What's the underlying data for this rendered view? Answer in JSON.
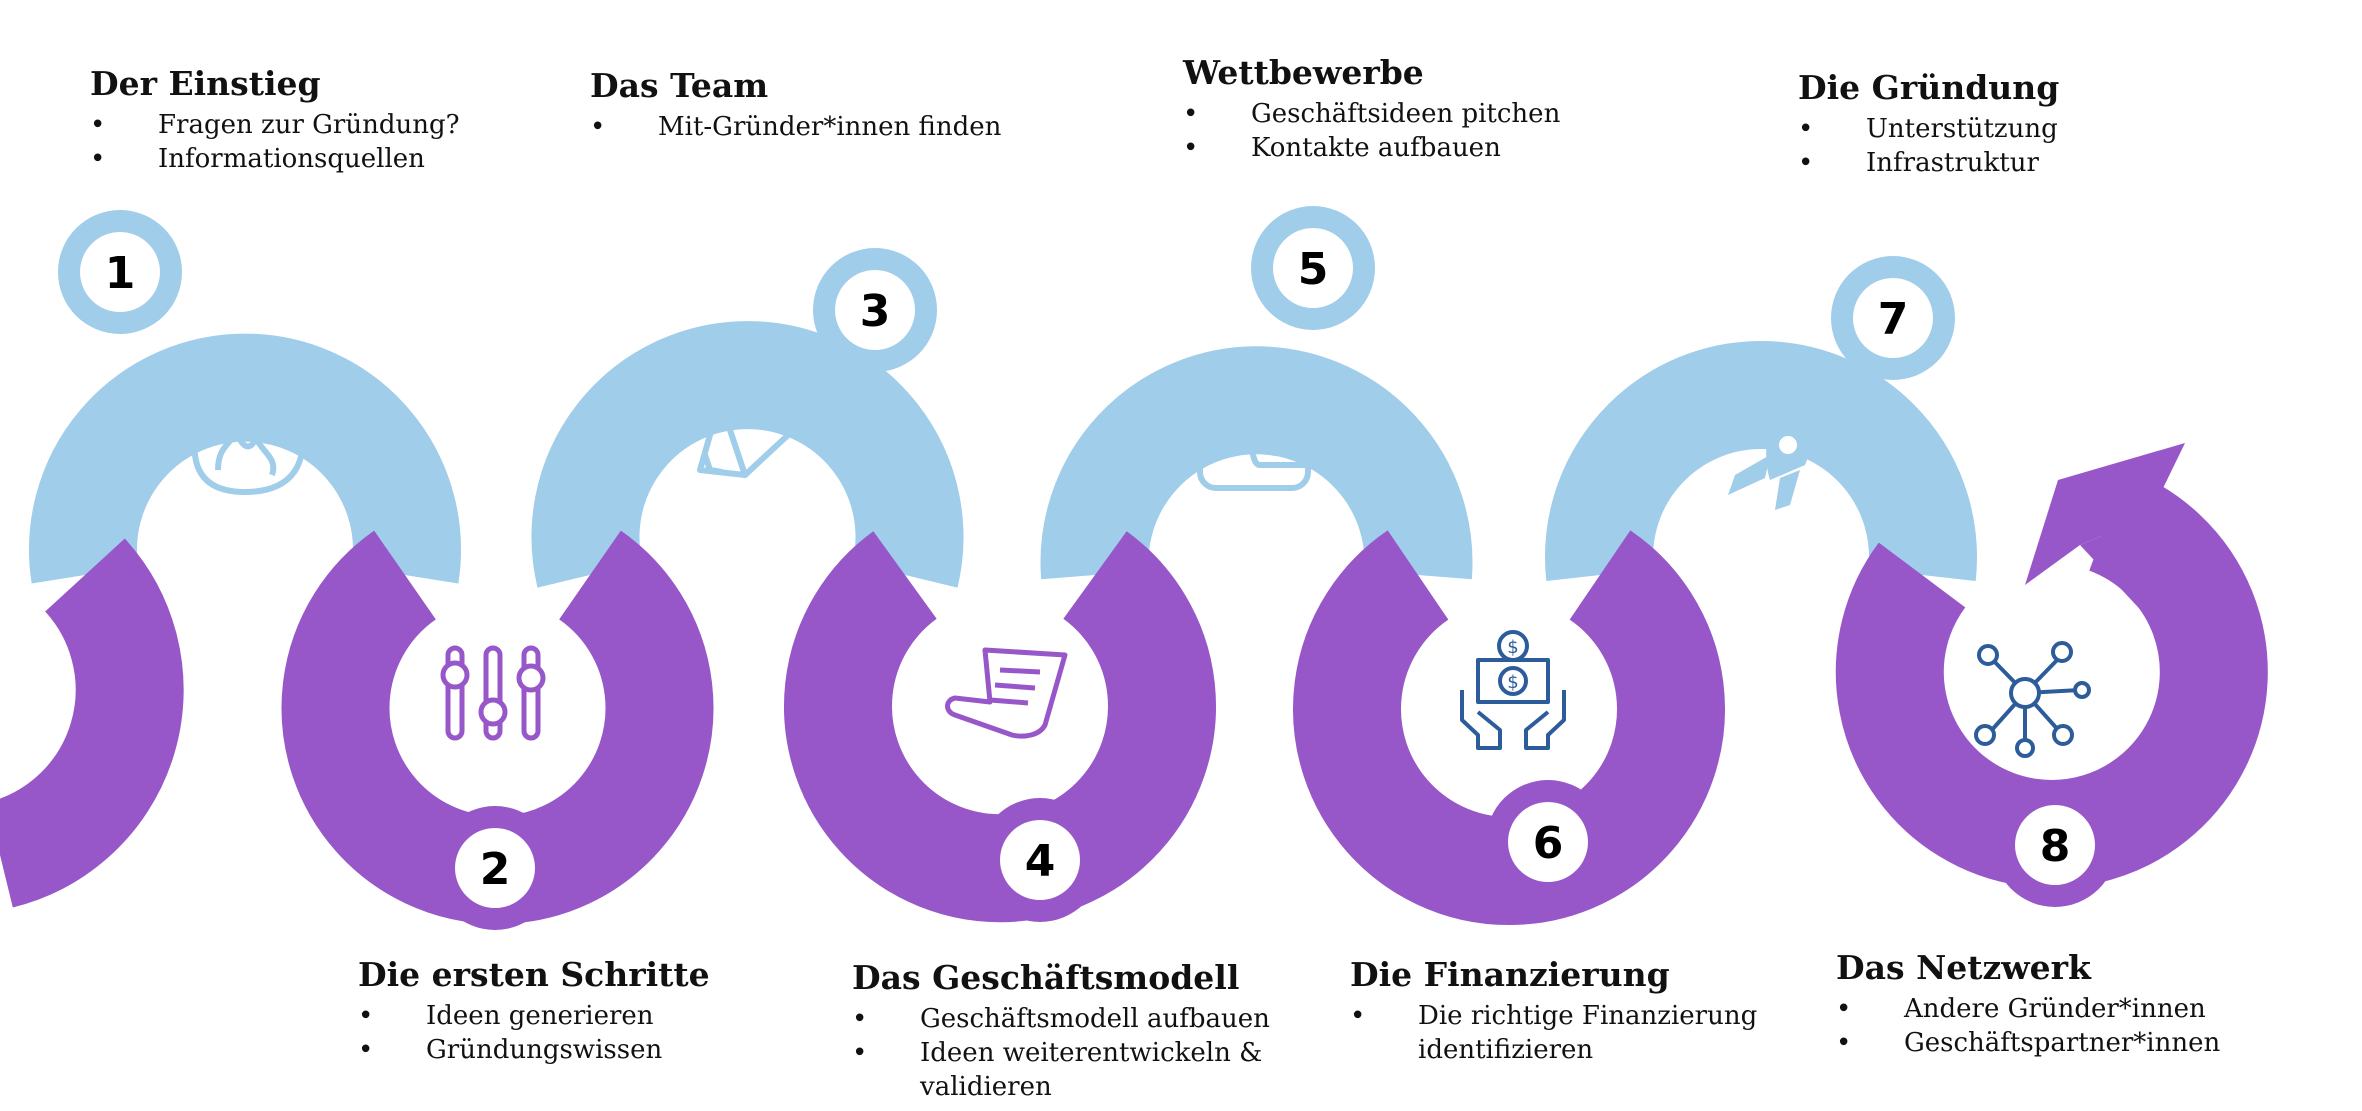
{
  "colors": {
    "light_blue": "#A0CDEA",
    "purple": "#9757C9",
    "icon_blue": "#A0CDEA",
    "icon_purple": "#9757C9",
    "icon_navy": "#2C5C99",
    "number_circle": "#ffffff"
  },
  "steps": [
    {
      "number": "1",
      "title": "Der Einstieg",
      "bullets": [
        "Fragen zur Gründung?",
        "Informationsquellen"
      ],
      "icon": "flame-icon"
    },
    {
      "number": "2",
      "title": "Die ersten Schritte",
      "bullets": [
        "Ideen generieren",
        "Gründungswissen"
      ],
      "icon": "sliders-icon"
    },
    {
      "number": "3",
      "title": "Das Team",
      "bullets": [
        "Mit-Gründer*innen finden"
      ],
      "icon": "pencil-icon"
    },
    {
      "number": "4",
      "title": "Das Geschäftsmodell",
      "bullets": [
        "Geschäftsmodell aufbauen",
        "Ideen weiterentwickeln & validieren"
      ],
      "icon": "document-icon"
    },
    {
      "number": "5",
      "title": "Wettbewerbe",
      "bullets": [
        "Geschäftsideen pitchen",
        "Kontakte aufbauen"
      ],
      "icon": "wallet-icon"
    },
    {
      "number": "6",
      "title": "Die Finanzierung",
      "bullets": [
        "Die richtige Finanzierung identifizieren"
      ],
      "icon": "money-hands-icon"
    },
    {
      "number": "7",
      "title": "Die Gründung",
      "bullets": [
        "Unterstützung",
        "Infrastruktur"
      ],
      "icon": "rocket-icon"
    },
    {
      "number": "8",
      "title": "Das Netzwerk",
      "bullets": [
        "Andere Gründer*innen",
        "Geschäftspartner*innen"
      ],
      "icon": "network-icon"
    }
  ]
}
